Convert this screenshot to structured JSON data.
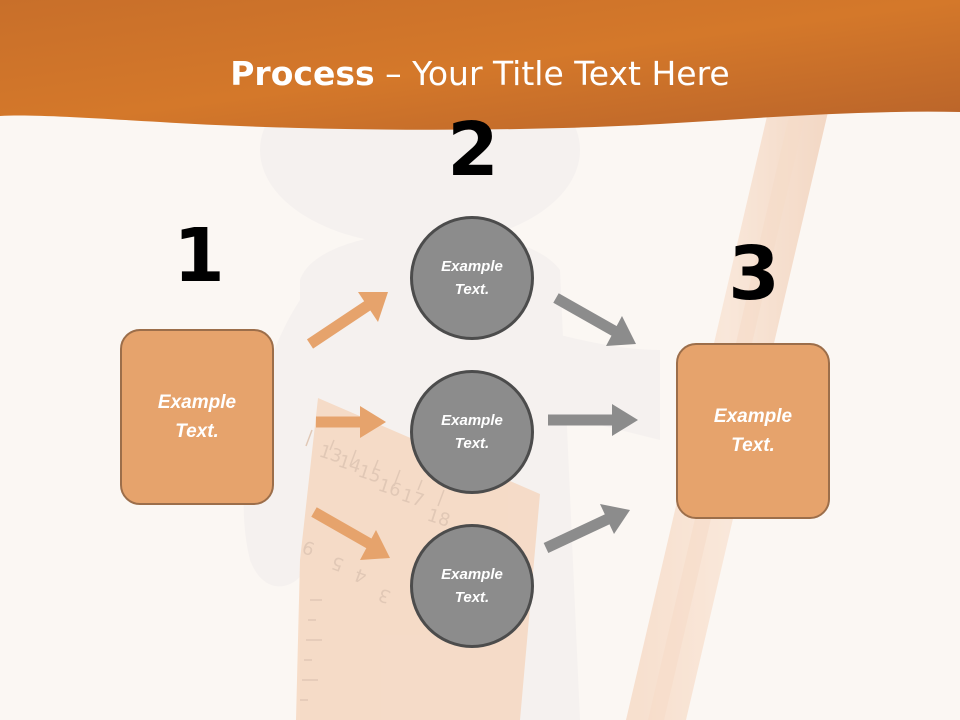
{
  "title": {
    "bold": "Process",
    "rest": " – Your Title Text Here"
  },
  "steps": [
    {
      "number": "1",
      "text": "Example Text."
    },
    {
      "number": "2",
      "items": [
        "Example Text.",
        "Example Text.",
        "Example Text."
      ]
    },
    {
      "number": "3",
      "text": "Example Text."
    }
  ],
  "colors": {
    "header": "#cf7a2e",
    "accent_box": "#e6a36c",
    "circle_fill": "#8c8c8c",
    "arrow_orange": "#e6a36c",
    "arrow_gray": "#8c8c8c"
  },
  "ruler_ticks": [
    "13",
    "14",
    "15",
    "16",
    "17",
    "18",
    "9",
    "5",
    "4",
    "3"
  ]
}
